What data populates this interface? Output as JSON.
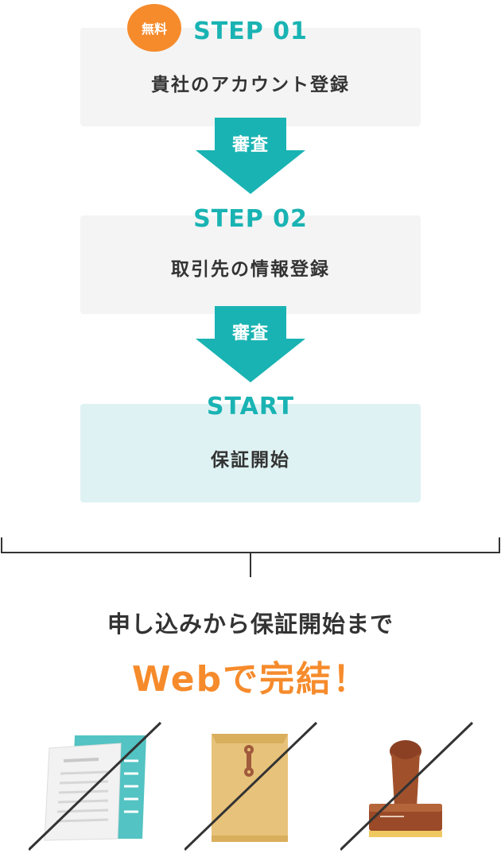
{
  "steps": [
    {
      "title": "STEP 01",
      "text": "貴社のアカウント登録",
      "badge": "無料"
    },
    {
      "title": "STEP 02",
      "text": "取引先の情報登録"
    },
    {
      "title": "START",
      "text": "保証開始"
    }
  ],
  "arrows": [
    {
      "label": "審査"
    },
    {
      "label": "審査"
    }
  ],
  "summary": {
    "headline": "申し込みから保証開始まで",
    "highlight": "Webで完結！"
  },
  "icons": [
    "paper-documents-icon",
    "envelope-icon",
    "hanko-stamp-icon"
  ],
  "colors": {
    "teal": "#1ab3b3",
    "orange": "#f68b2c",
    "box_bg": "#f4f4f4",
    "start_bg": "#dff2f3",
    "text": "#333333"
  }
}
